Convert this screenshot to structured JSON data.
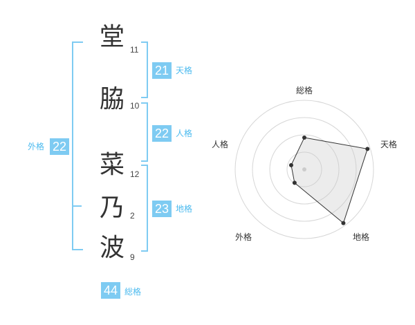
{
  "name_chart": {
    "characters": [
      {
        "char": "堂",
        "strokes": "11"
      },
      {
        "char": "脇",
        "strokes": "10"
      },
      {
        "char": "菜",
        "strokes": "12"
      },
      {
        "char": "乃",
        "strokes": "2"
      },
      {
        "char": "波",
        "strokes": "9"
      }
    ],
    "tenkaku": {
      "value": "21",
      "label": "天格"
    },
    "jinkaku": {
      "value": "22",
      "label": "人格"
    },
    "chikaku": {
      "value": "23",
      "label": "地格"
    },
    "gaikaku": {
      "value": "22",
      "label": "外格"
    },
    "soukaku": {
      "value": "44",
      "label": "総格"
    },
    "colors": {
      "accent": "#7ecbf2",
      "badge": "#7ecbf2",
      "label": "#4dbbef",
      "text": "#333333"
    }
  },
  "chart_data": {
    "type": "radar",
    "axes": [
      "総格",
      "天格",
      "地格",
      "外格",
      "人格"
    ],
    "values": [
      2.3,
      4.8,
      4.8,
      1.2,
      1.0
    ],
    "max": 5,
    "rings": 4
  }
}
